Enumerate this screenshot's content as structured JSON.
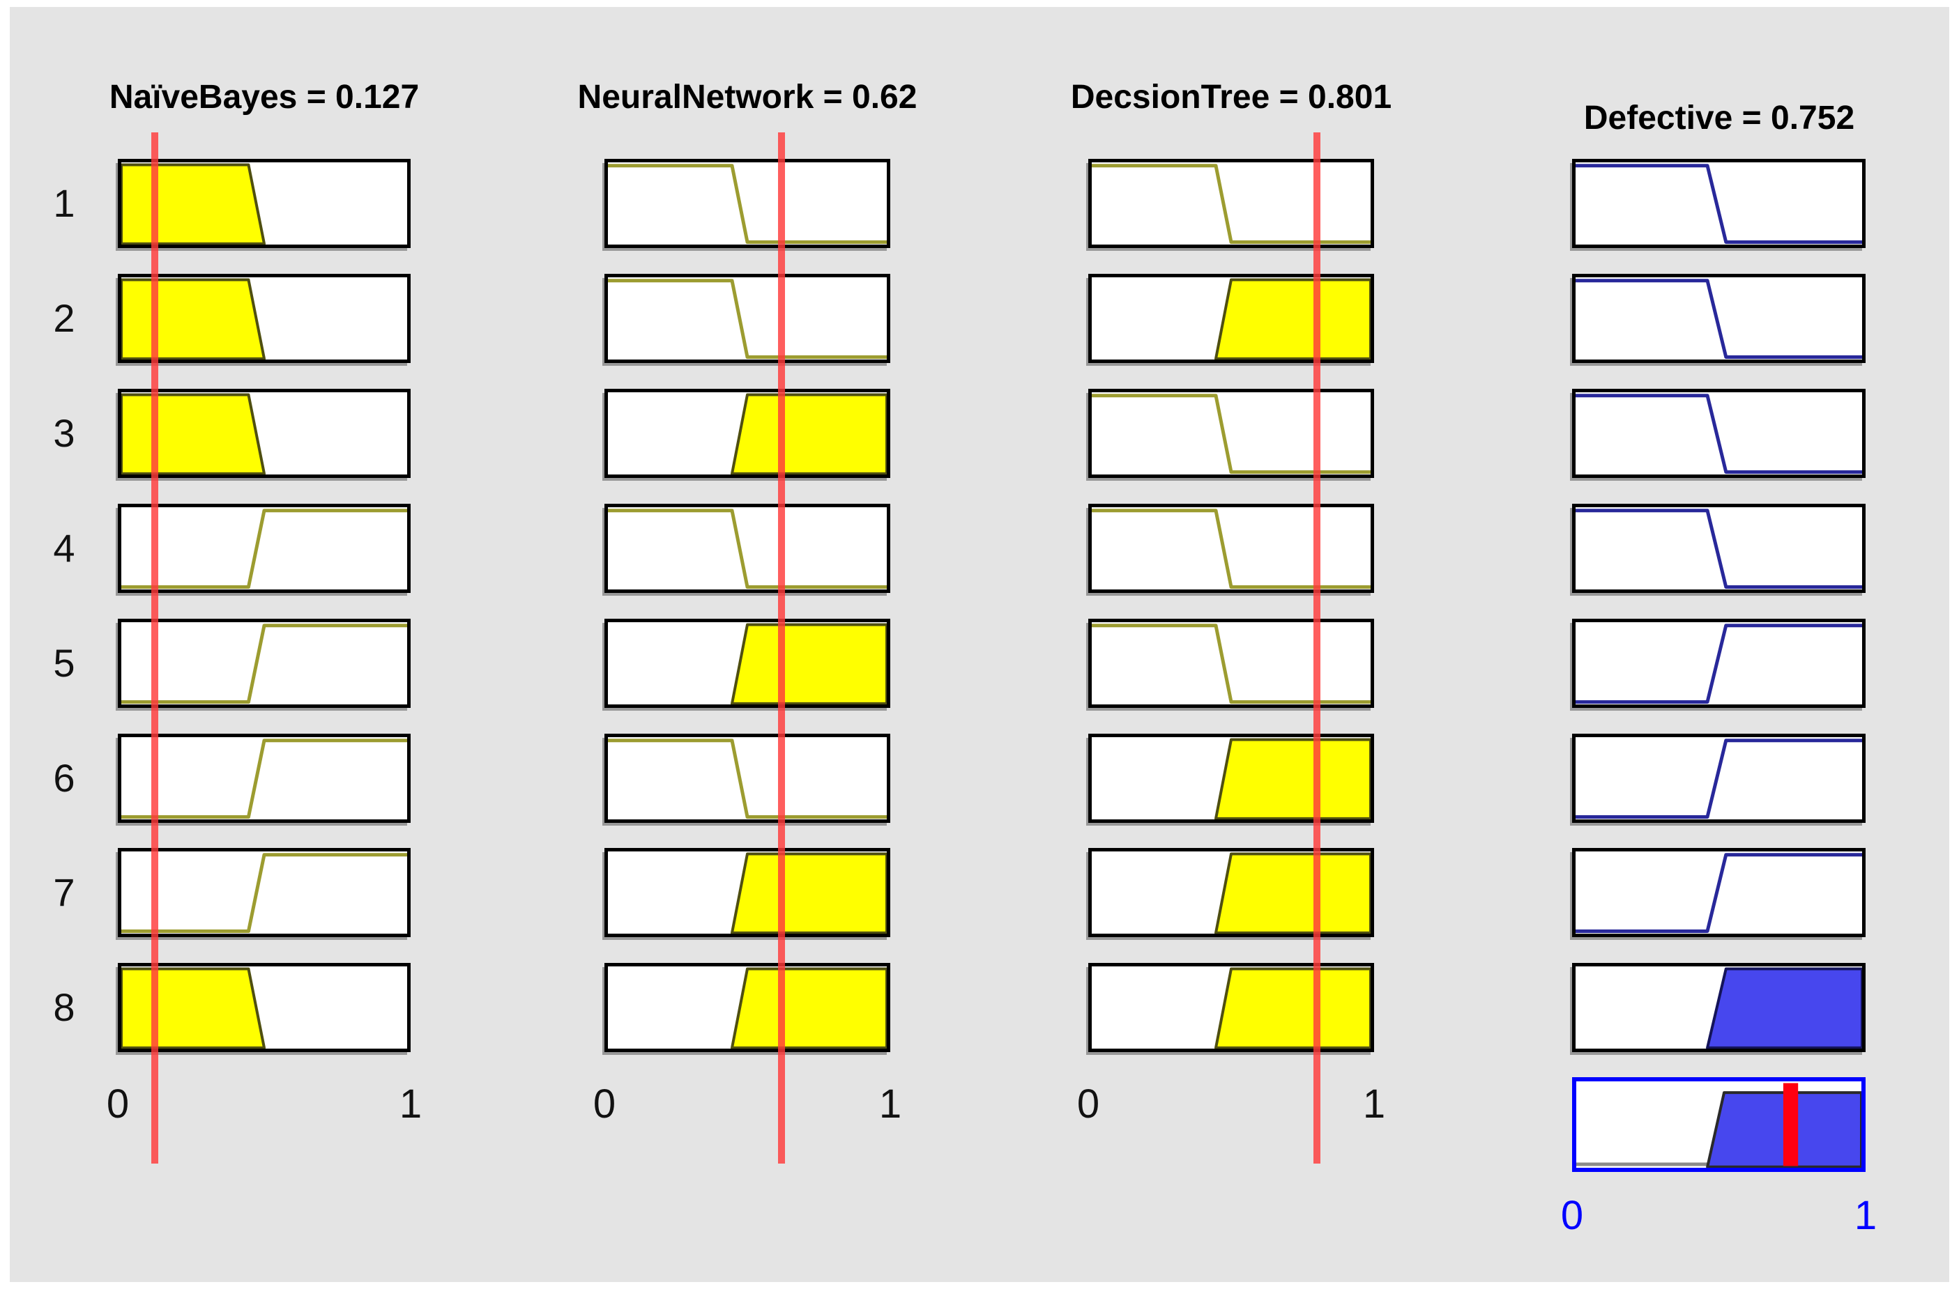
{
  "app": "Fuzzy Rule Viewer",
  "panel": {
    "background": "#e4e4e4"
  },
  "colors": {
    "yellow_fill": "#ffff00",
    "olive_line": "#9c9c30",
    "olive_dark": "#4f4f10",
    "navy_line": "#28289a",
    "navy_dark": "#14145a",
    "blue_fill": "#4747ee",
    "blue_border": "#0000ff",
    "red_input_line": "#ff3a3a",
    "red_output_bar": "#ff0010",
    "gray_line": "#8a8a8a",
    "text": "#000000"
  },
  "row_numbers": [
    "1",
    "2",
    "3",
    "4",
    "5",
    "6",
    "7",
    "8"
  ],
  "axis": {
    "min_label": "0",
    "max_label": "1"
  },
  "inputs": [
    {
      "name": "NaïveBayes",
      "title": "NaïveBayes = 0.127",
      "value": 0.127,
      "axis_min_label": "0",
      "axis_max_label": "1",
      "rows": [
        {
          "mf": "low",
          "filled": true
        },
        {
          "mf": "low",
          "filled": true
        },
        {
          "mf": "low",
          "filled": true
        },
        {
          "mf": "high",
          "filled": false
        },
        {
          "mf": "high",
          "filled": false
        },
        {
          "mf": "high",
          "filled": false
        },
        {
          "mf": "high",
          "filled": false
        },
        {
          "mf": "low",
          "filled": true
        }
      ]
    },
    {
      "name": "NeuralNetwork",
      "title": "NeuralNetwork = 0.62",
      "value": 0.62,
      "axis_min_label": "0",
      "axis_max_label": "1",
      "rows": [
        {
          "mf": "low",
          "filled": false
        },
        {
          "mf": "low",
          "filled": false
        },
        {
          "mf": "high",
          "filled": true
        },
        {
          "mf": "low",
          "filled": false
        },
        {
          "mf": "high",
          "filled": true
        },
        {
          "mf": "low",
          "filled": false
        },
        {
          "mf": "high",
          "filled": true
        },
        {
          "mf": "high",
          "filled": true
        }
      ]
    },
    {
      "name": "DecsionTree",
      "title": "DecsionTree = 0.801",
      "value": 0.801,
      "axis_min_label": "0",
      "axis_max_label": "1",
      "rows": [
        {
          "mf": "low",
          "filled": false
        },
        {
          "mf": "high",
          "filled": true
        },
        {
          "mf": "low",
          "filled": false
        },
        {
          "mf": "low",
          "filled": false
        },
        {
          "mf": "low",
          "filled": false
        },
        {
          "mf": "high",
          "filled": true
        },
        {
          "mf": "high",
          "filled": true
        },
        {
          "mf": "high",
          "filled": true
        }
      ]
    }
  ],
  "output": {
    "name": "Defective",
    "title": "Defective = 0.752",
    "value": 0.752,
    "rows": [
      {
        "mf": "low",
        "filled": false
      },
      {
        "mf": "low",
        "filled": false
      },
      {
        "mf": "low",
        "filled": false
      },
      {
        "mf": "low",
        "filled": false
      },
      {
        "mf": "high",
        "filled": false
      },
      {
        "mf": "high",
        "filled": false
      },
      {
        "mf": "high",
        "filled": false
      },
      {
        "mf": "high",
        "filled": true
      }
    ],
    "aggregate": {
      "fill_start": 0.46,
      "fill_top_frac": 0.9,
      "crisp_value": 0.752,
      "axis_min_label": "0",
      "axis_max_label": "1"
    }
  }
}
